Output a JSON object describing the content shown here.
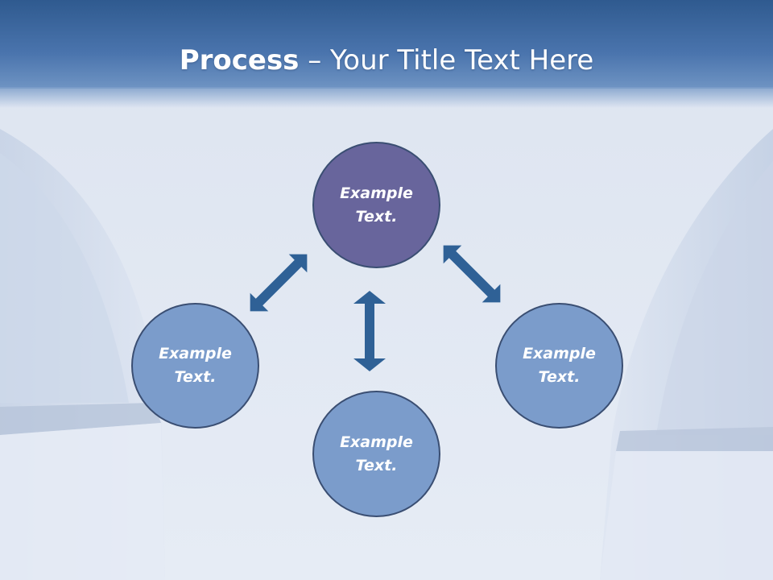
{
  "title": {
    "bold": "Process",
    "rest": " – Your Title Text Here"
  },
  "nodes": {
    "top": {
      "line1": "Example",
      "line2": "Text."
    },
    "left": {
      "line1": "Example",
      "line2": "Text."
    },
    "bottom": {
      "line1": "Example",
      "line2": "Text."
    },
    "right": {
      "line1": "Example",
      "line2": "Text."
    }
  },
  "colors": {
    "header_band": "#3e67a0",
    "top_node": "#68659c",
    "other_nodes": "#7b9ccb",
    "arrows": "#2f6196",
    "node_border": "#3a4e72"
  }
}
